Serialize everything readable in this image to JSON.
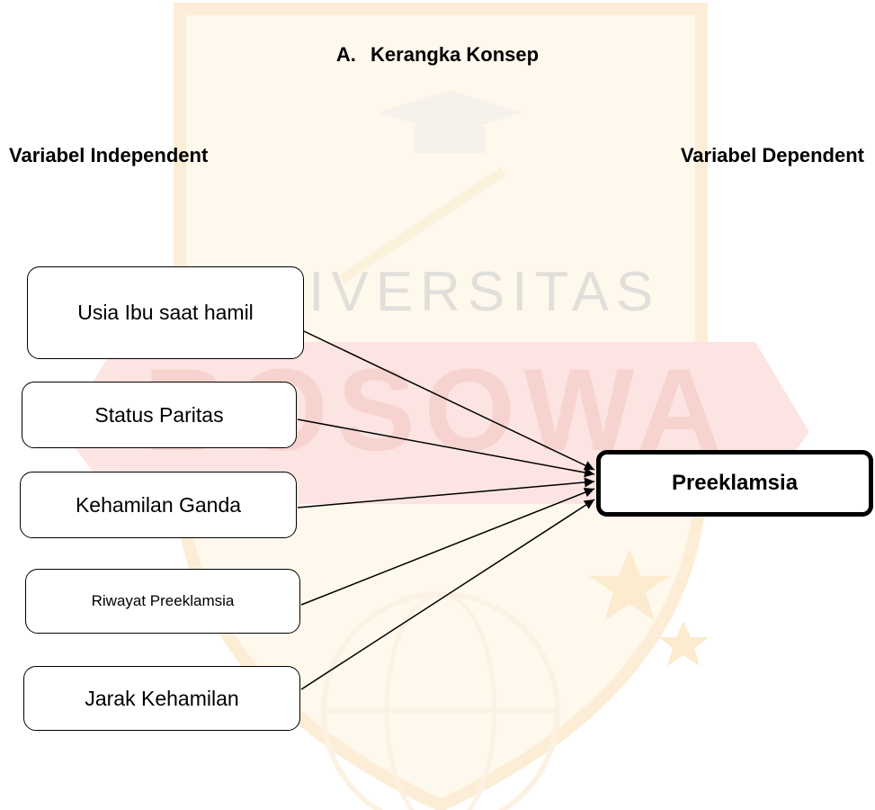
{
  "title": {
    "number": "A.",
    "text": "Kerangka Konsep"
  },
  "independent_label": "Variabel Independent",
  "dependent_label": "Variabel Dependent",
  "independent_variables": [
    "Usia Ibu saat hamil",
    "Status Paritas",
    "Kehamilan Ganda",
    "Riwayat Preeklamsia",
    "Jarak Kehamilan"
  ],
  "dependent_variable": "Preeklamsia",
  "watermark": {
    "text_top": "UNIVERSITAS",
    "text_main": "BOSOWA",
    "colors": {
      "orange": "#f5a623",
      "red": "#e85d4e",
      "yellow": "#f7d27a"
    }
  },
  "arrow_color": "#000000"
}
